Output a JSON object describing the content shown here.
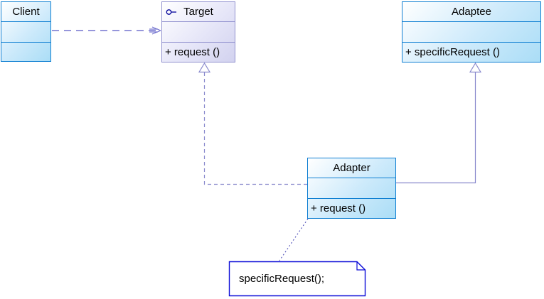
{
  "diagram": {
    "type": "uml-class-diagram",
    "pattern": "Adapter",
    "classes": [
      {
        "id": "client",
        "name": "Client",
        "kind": "class",
        "attributes": [],
        "methods": []
      },
      {
        "id": "target",
        "name": "Target",
        "kind": "interface",
        "icon": "interface-icon",
        "attributes": [],
        "methods": [
          "+ request ()"
        ]
      },
      {
        "id": "adaptee",
        "name": "Adaptee",
        "kind": "class",
        "attributes": [],
        "methods": [
          "+ specificRequest ()"
        ]
      },
      {
        "id": "adapter",
        "name": "Adapter",
        "kind": "class",
        "attributes": [],
        "methods": [
          "+ request ()"
        ]
      }
    ],
    "note": {
      "text": "specificRequest();"
    },
    "relationships": [
      {
        "type": "dependency",
        "from": "Client",
        "to": "Target",
        "line": "dashed",
        "head": "open-arrow"
      },
      {
        "type": "realization",
        "from": "Adapter",
        "to": "Target",
        "line": "dashed",
        "head": "hollow-triangle"
      },
      {
        "type": "generalization",
        "from": "Adapter",
        "to": "Adaptee",
        "line": "solid",
        "head": "hollow-triangle"
      },
      {
        "type": "note-anchor",
        "from": "Adapter",
        "to": "note",
        "line": "dotted",
        "head": "none"
      }
    ],
    "colors": {
      "class_border": "#0f7fd2",
      "class_fill": "#aaddf6",
      "interface_border": "#9292cf",
      "interface_fill": "#d2d2ef",
      "connector": "#8888cc",
      "dependency_arrow": "#7373cf",
      "note_border": "#0b0bd7",
      "text": "#000000",
      "background": "#ffffff"
    }
  }
}
